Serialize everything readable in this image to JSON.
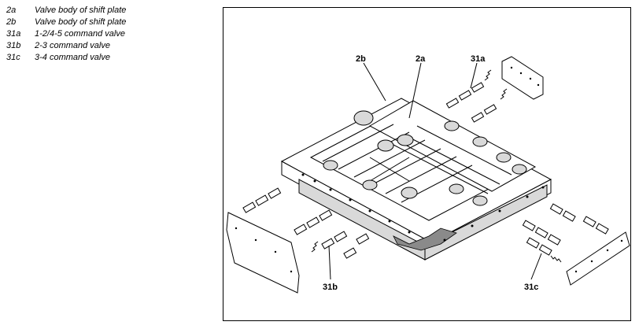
{
  "legend": [
    {
      "code": "2a",
      "text": "Valve body of shift plate"
    },
    {
      "code": "2b",
      "text": "Valve body of shift plate"
    },
    {
      "code": "31a",
      "text": "1-2/4-5 command valve"
    },
    {
      "code": "31b",
      "text": "2-3 command valve"
    },
    {
      "code": "31c",
      "text": "3-4 command valve"
    }
  ],
  "callouts": {
    "c2b": "2b",
    "c2a": "2a",
    "c31a": "31a",
    "c31b": "31b",
    "c31c": "31c"
  }
}
